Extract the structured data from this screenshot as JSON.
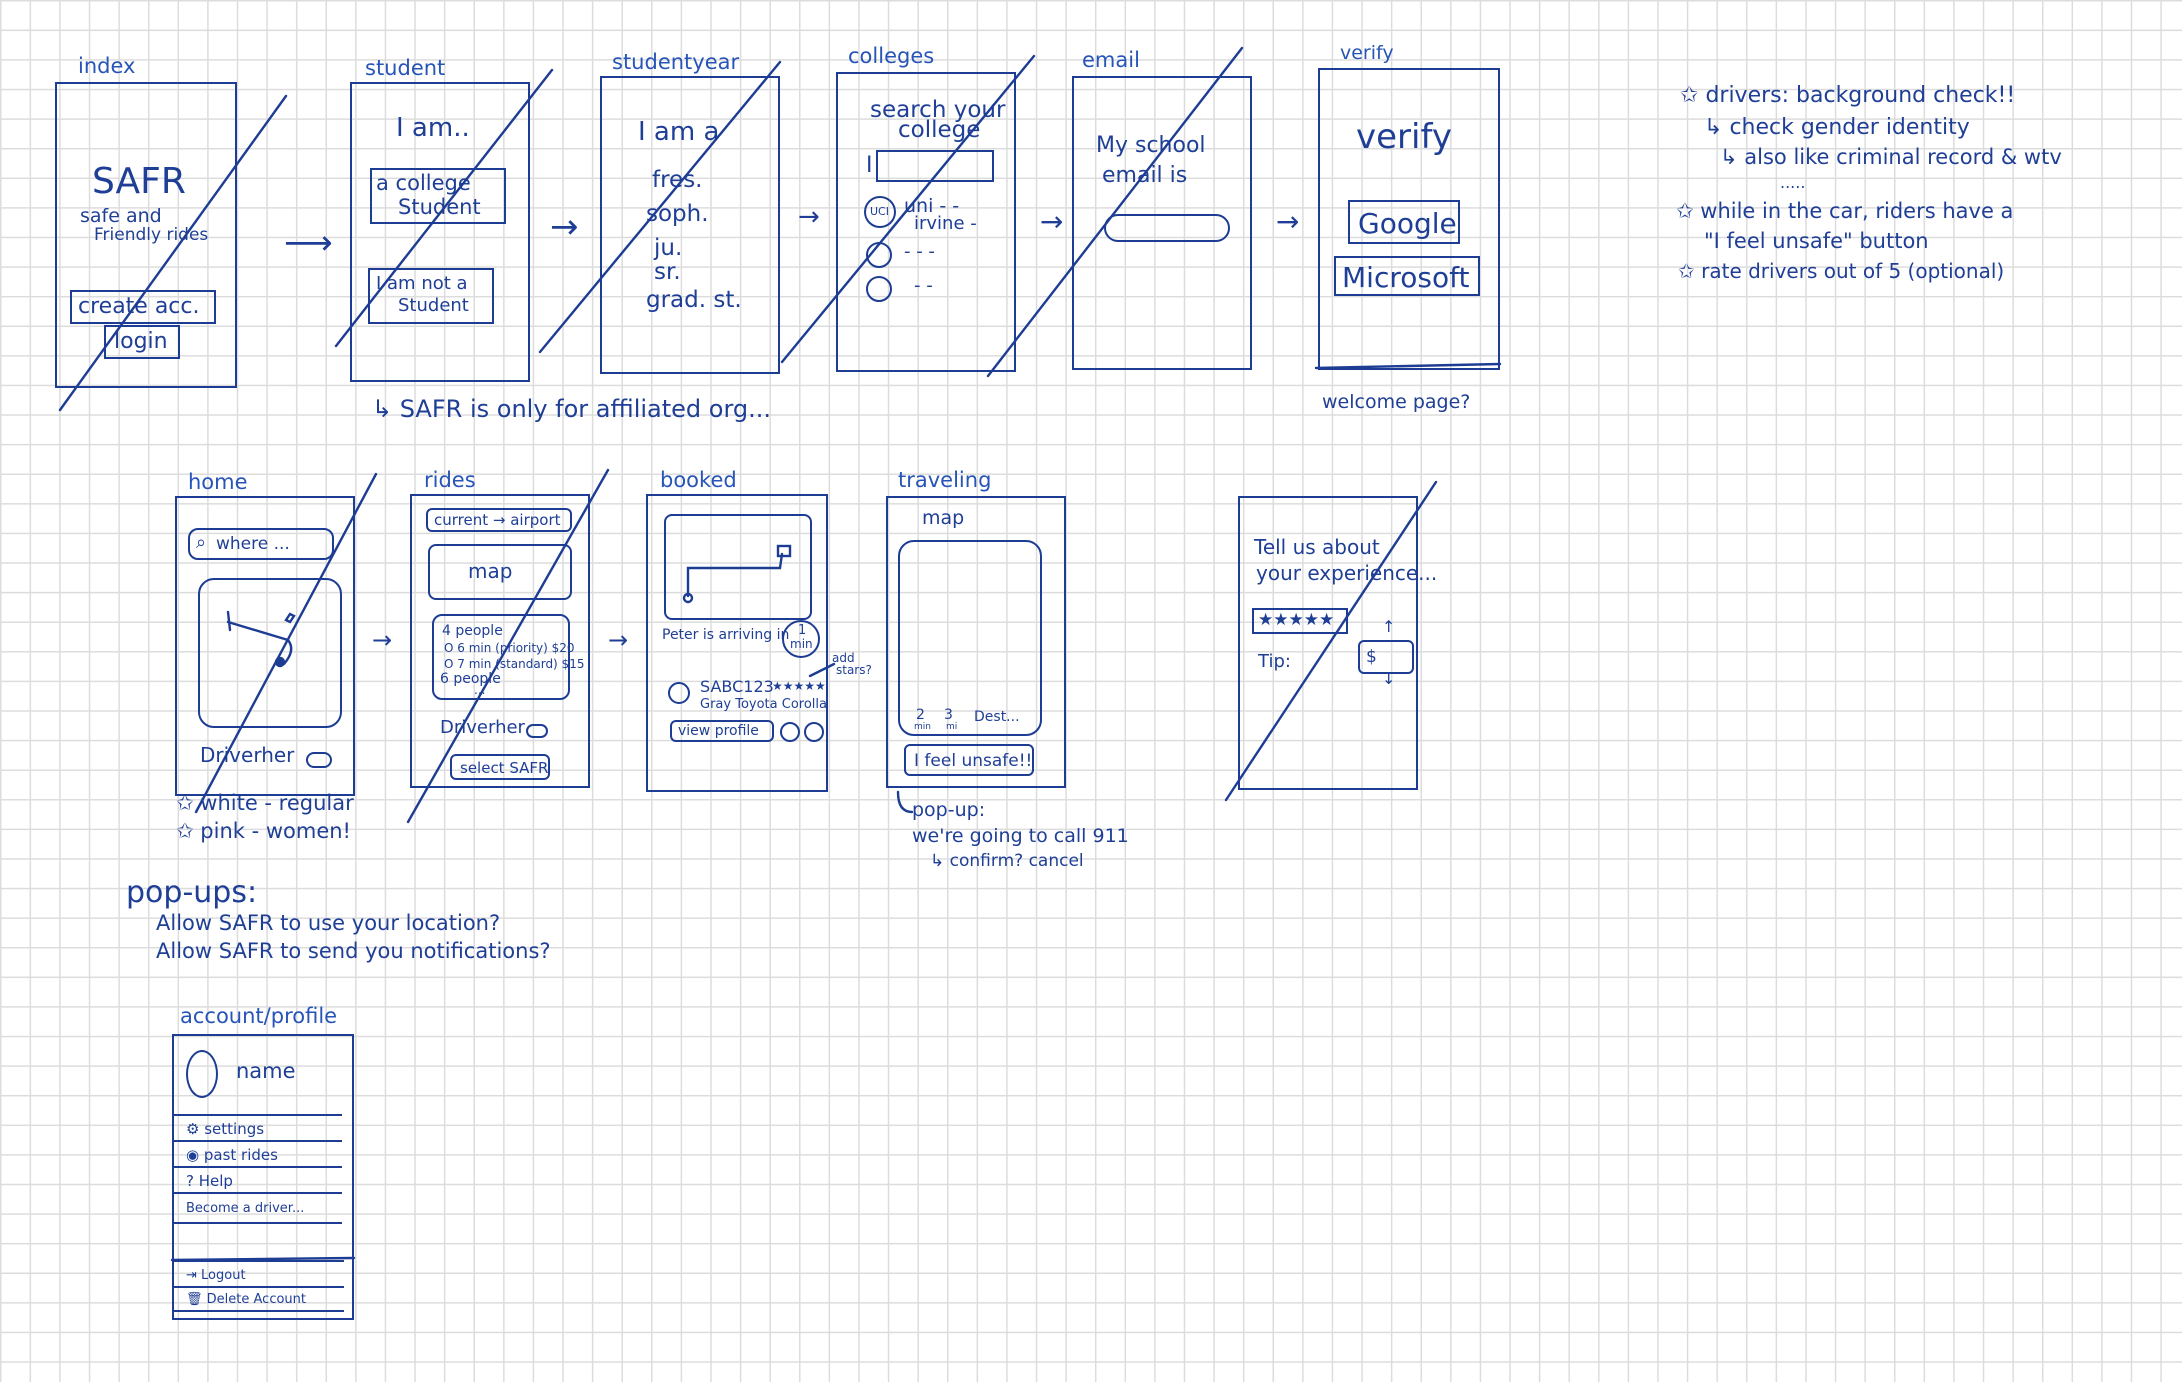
{
  "screens": {
    "index": {
      "title": "index",
      "logo": "SAFR",
      "tagline_1": "safe and",
      "tagline_2": "Friendly rides",
      "create_button": "create acc.",
      "login_button": "login"
    },
    "student": {
      "title": "student",
      "prompt": "I am..",
      "option_1_line1": "a college",
      "option_1_line2": "Student",
      "option_2_line1": "I am not a",
      "option_2_line2": "Student"
    },
    "studentyear": {
      "title": "studentyear",
      "prompt": "I am a",
      "years": [
        "fres.",
        "soph.",
        "ju.",
        "sr.",
        "grad. st."
      ]
    },
    "colleges": {
      "title": "colleges",
      "prompt_line1": "search your",
      "prompt_line2": "college",
      "search_value": "I",
      "items": [
        {
          "icon_label": "UCI",
          "label": "uni - -"
        },
        {
          "icon_label": "",
          "label": "irvine -"
        },
        {
          "icon_label": "",
          "label": "- - -"
        },
        {
          "icon_label": "",
          "label": "- -"
        }
      ]
    },
    "email": {
      "title": "email",
      "prompt_line1": "My school",
      "prompt_line2": "email is"
    },
    "verify": {
      "title": "verify",
      "heading": "verify",
      "google_button": "Google",
      "microsoft_button": "Microsoft",
      "note": "welcome page?"
    },
    "home": {
      "title": "home",
      "search_placeholder": "where ...",
      "mode_label": "Driverher",
      "note_1": "white - regular",
      "note_2": "pink - women!"
    },
    "rides": {
      "title": "rides",
      "route": "current → airport",
      "map_label": "map",
      "option_1": "4 people",
      "option_2": "O 6 min (priority) $20",
      "option_3": "O 7 min (standard) $15",
      "option_4": "6 people",
      "option_5": "...",
      "mode_label": "Driverher",
      "select_button": "select SAFR"
    },
    "booked": {
      "title": "booked",
      "arriving_text": "Peter is arriving in",
      "eta_line1": "1",
      "eta_line2": "min",
      "plate": "SABC123",
      "stars": "★★★★★",
      "car": "Gray Toyota Corolla",
      "view_profile": "view profile",
      "add_stars_note_1": "add",
      "add_stars_note_2": "stars?"
    },
    "traveling": {
      "title": "traveling",
      "map_label": "map",
      "time_1": "2",
      "time_1_unit": "min",
      "time_2": "3",
      "time_2_unit": "mi",
      "dest": "Dest...",
      "unsafe_button": "I feel unsafe!!",
      "popup_1": "pop-up:",
      "popup_2": "we're going to call 911",
      "popup_3": "confirm? cancel"
    },
    "feedback": {
      "title": "",
      "prompt_line1": "Tell us about",
      "prompt_line2": "your experience...",
      "stars": "★★★★★",
      "tip_label": "Tip:",
      "tip_value": "$"
    },
    "account": {
      "title": "account/profile",
      "name": "name",
      "menu": [
        {
          "icon": "gear-icon",
          "glyph": "⚙",
          "label": "settings"
        },
        {
          "icon": "clock-icon",
          "glyph": "◉",
          "label": "past rides"
        },
        {
          "icon": "help-icon",
          "glyph": "?",
          "label": "Help"
        },
        {
          "icon": "",
          "glyph": "",
          "label": "Become a driver..."
        }
      ],
      "logout": "Logout",
      "logout_glyph": "⇥",
      "delete": "Delete Account",
      "delete_glyph": "🗑"
    }
  },
  "flow_note": "SAFR is only for affiliated org...",
  "popups": {
    "title": "pop-ups:",
    "line_1": "Allow SAFR to use your location?",
    "line_2": "Allow SAFR to send you notifications?"
  },
  "notes": {
    "line_1": "drivers: background check!!",
    "line_2": "check gender identity",
    "line_3": "also like criminal record & wtv",
    "line_4": ".....",
    "line_5": "while in the car, riders have a",
    "line_6": "\"I feel unsafe\" button",
    "line_7": "rate drivers out of 5 (optional)"
  },
  "colors": {
    "ink": "#1d3d94",
    "grid": "#dcdcdc",
    "paper": "#ffffff"
  }
}
